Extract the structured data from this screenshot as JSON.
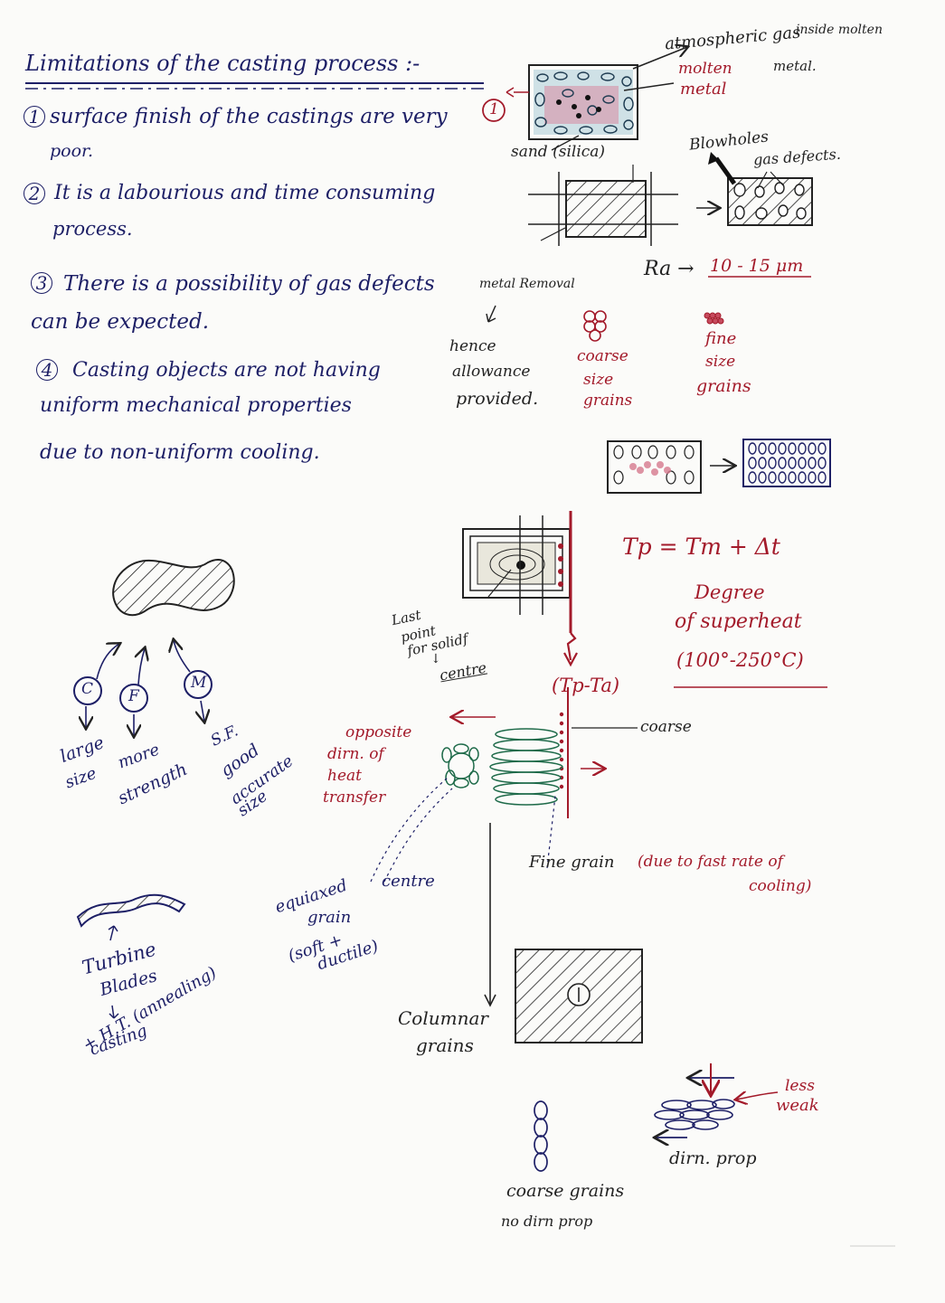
{
  "heading": "Limitations of the casting process :-",
  "points": [
    {
      "num": "1",
      "line1": "surface finish of the castings are very",
      "line2": "poor."
    },
    {
      "num": "2",
      "line1": "It is a labourious and time consuming",
      "line2": "process."
    },
    {
      "num": "3",
      "line1": "There is a possibility of gas defects",
      "line2": "can be expected."
    },
    {
      "num": "4",
      "line1": "Casting objects are not having",
      "line2": "uniform mechanical properties",
      "line3": "due to non-uniform cooling."
    }
  ],
  "top_right": {
    "atmos_gas": "atmospheric gas",
    "inside_molten": "inside molten",
    "metal_word": "metal.",
    "molten": "molten",
    "metal_red": "metal",
    "circle_num": "1",
    "sand": "sand (silica)",
    "blowholes": "Blowholes",
    "gas_defects": "gas defects.",
    "ra": "Ra →",
    "ra_value": "10 - 15 μm",
    "metal_removal": "metal Removal",
    "hence": "hence",
    "allowance": "allowance",
    "provided": "provided.",
    "coarse_grains": [
      "coarse",
      "size",
      "grains"
    ],
    "fine_grains": [
      "fine",
      "size",
      "grains"
    ]
  },
  "middle": {
    "tp_formula": "Tp = Tm + Δt",
    "degree": "Degree",
    "of_superheat": "of superheat",
    "range": "(100°-250°C)",
    "last_point": [
      "Last",
      "point",
      "for solidf",
      "↓",
      "centre"
    ],
    "tp_ta": "(Tp-Ta)",
    "coarse": "coarse",
    "opposite": [
      "opposite",
      "dirn. of",
      "heat",
      "transfer"
    ],
    "fine_grain": "Fine grain",
    "fine_grain_reason": "(due to fast rate of",
    "cooling": "cooling)",
    "equiaxed": [
      "equiaxed",
      "grain",
      "(soft +",
      "ductile)"
    ],
    "centre": "centre",
    "columnar": [
      "Columnar",
      "grains"
    ]
  },
  "left_bottom": {
    "c": "C",
    "f": "F",
    "m": "M",
    "large_size": [
      "large",
      "size"
    ],
    "more_strength": [
      "more",
      "strength"
    ],
    "sf_good": [
      "S.F.",
      "good",
      "accurate",
      "size"
    ],
    "turbine": [
      "Turbine",
      "Blades"
    ],
    "casting_ht": [
      "casting",
      "+ H.T. (annealing)"
    ]
  },
  "bottom_right": {
    "less_weak": [
      "less",
      "weak"
    ],
    "dirn_prop": "dirn. prop",
    "coarse_grains": "coarse grains",
    "no_dirn_prop": "no dirn prop"
  }
}
